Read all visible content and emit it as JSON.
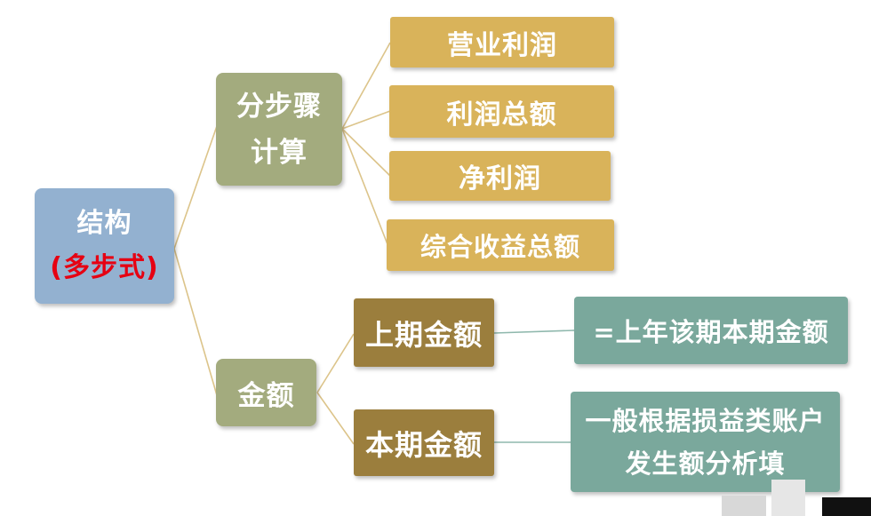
{
  "root": {
    "line1": "结构",
    "line2": "(多步式)"
  },
  "branch_steps": {
    "line1": "分步骤",
    "line2": "计算"
  },
  "steps": [
    "营业利润",
    "利润总额",
    "净利润",
    "综合收益总额"
  ],
  "branch_amount": {
    "label": "金额"
  },
  "prior_period": {
    "label": "上期金额",
    "note": "=上年该期本期金额"
  },
  "current_period": {
    "label": "本期金额",
    "note_line1": "一般根据损益类账户",
    "note_line2": "发生额分析填"
  },
  "colors": {
    "root": "#93b1d0",
    "branch": "#a3ab7e",
    "leaf": "#d9b35a",
    "period": "#9b7e3d",
    "note": "#7aa89c",
    "connector": "#dcc48a",
    "connector_teal": "#8fb8ad",
    "highlight": "#e60012"
  }
}
